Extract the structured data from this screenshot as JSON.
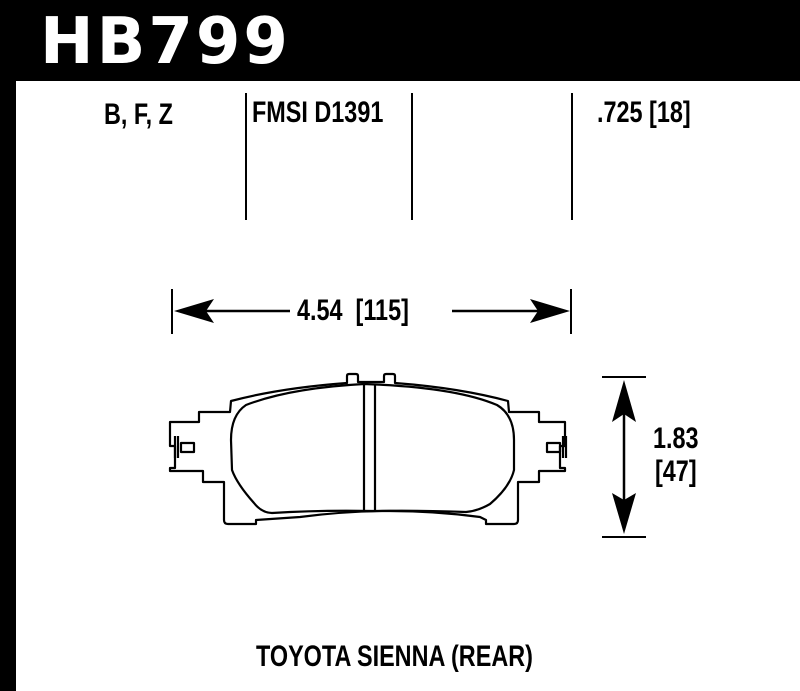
{
  "header": {
    "part_number": "HB799"
  },
  "specs": {
    "compounds": "B, F, Z",
    "fmsi": "FMSI D1391",
    "thickness": ".725 [18]"
  },
  "dimensions": {
    "width": "4.54  [115]",
    "height_in": "1.83",
    "height_mm": "[47]"
  },
  "application": "TOYOTA SIENNA (REAR)",
  "colors": {
    "ink": "#000000",
    "background": "#ffffff"
  }
}
